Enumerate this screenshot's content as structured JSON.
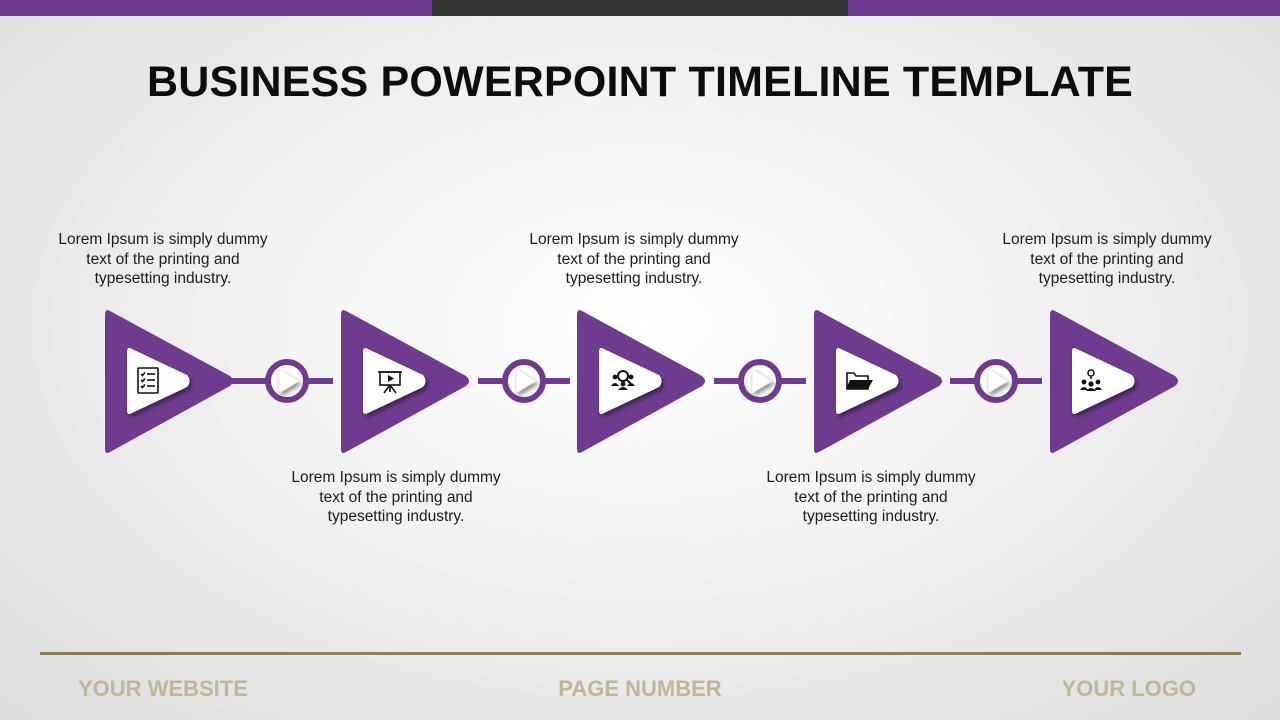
{
  "title": "BUSINESS POWERPOINT TIMELINE TEMPLATE",
  "colors": {
    "accent": "#6f3b8f",
    "dark": "#333333",
    "footer_line": "#8b7d5c",
    "footer_text": "#c2b69a"
  },
  "steps": [
    {
      "icon": "checklist-icon",
      "text": "Lorem Ipsum is simply dummy text of the printing and typesetting industry."
    },
    {
      "icon": "presentation-icon",
      "text": "Lorem Ipsum is simply dummy text of the printing and typesetting industry."
    },
    {
      "icon": "team-search-icon",
      "text": "Lorem Ipsum is simply dummy text of the printing and typesetting industry."
    },
    {
      "icon": "folder-icon",
      "text": "Lorem Ipsum is simply dummy text of the printing and typesetting industry."
    },
    {
      "icon": "team-location-icon",
      "text": "Lorem Ipsum is simply dummy text of the printing and typesetting industry."
    }
  ],
  "footer": {
    "website": "YOUR WEBSITE",
    "page": "PAGE NUMBER",
    "logo": "YOUR LOGO"
  }
}
